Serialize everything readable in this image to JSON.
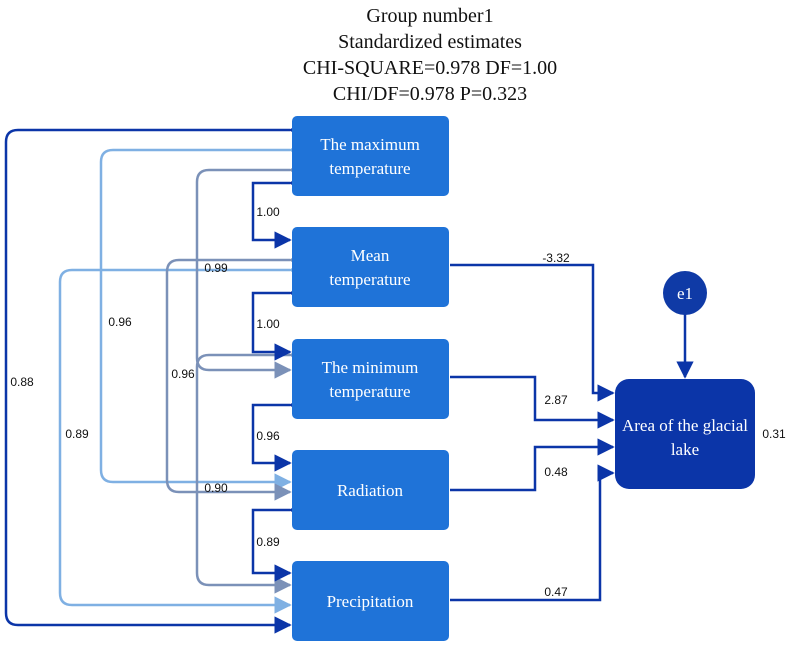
{
  "header": {
    "line1": "Group number1",
    "line2": "Standardized estimates",
    "line3": "CHI-SQUARE=0.978 DF=1.00",
    "line4": "CHI/DF=0.978 P=0.323"
  },
  "nodes": {
    "max_temp": [
      "The maximum",
      "temperature"
    ],
    "mean_temp": [
      "Mean",
      "temperature"
    ],
    "min_temp": [
      "The minimum",
      "temperature"
    ],
    "radiation": [
      "Radiation"
    ],
    "precip": [
      "Precipitation"
    ],
    "glacial": [
      "Area of the glacial",
      "lake"
    ],
    "error": [
      "e1"
    ]
  },
  "paths": {
    "mean_to_area": "-3.32",
    "min_to_area": "2.87",
    "rad_to_area": "0.48",
    "precip_to_area": "0.47"
  },
  "covariances": {
    "max_mean": "1.00",
    "mean_min": "1.00",
    "min_rad": "0.96",
    "rad_precip": "0.89",
    "max_rad": "0.96",
    "max_precip": "0.88",
    "mean_precip": "0.89",
    "mean_rad": "0.99",
    "min_precip": "0.90",
    "outer_096": "0.96"
  },
  "r_squared": "0.31",
  "colors": {
    "node_fill": "#1f73d8",
    "glacial_fill": "#0b35a8",
    "error_fill": "#0f3aa6",
    "arrow_dark": "#0b35a8",
    "arrow_light": "#7fb0e3",
    "arrow_grey": "#7b91b8"
  }
}
